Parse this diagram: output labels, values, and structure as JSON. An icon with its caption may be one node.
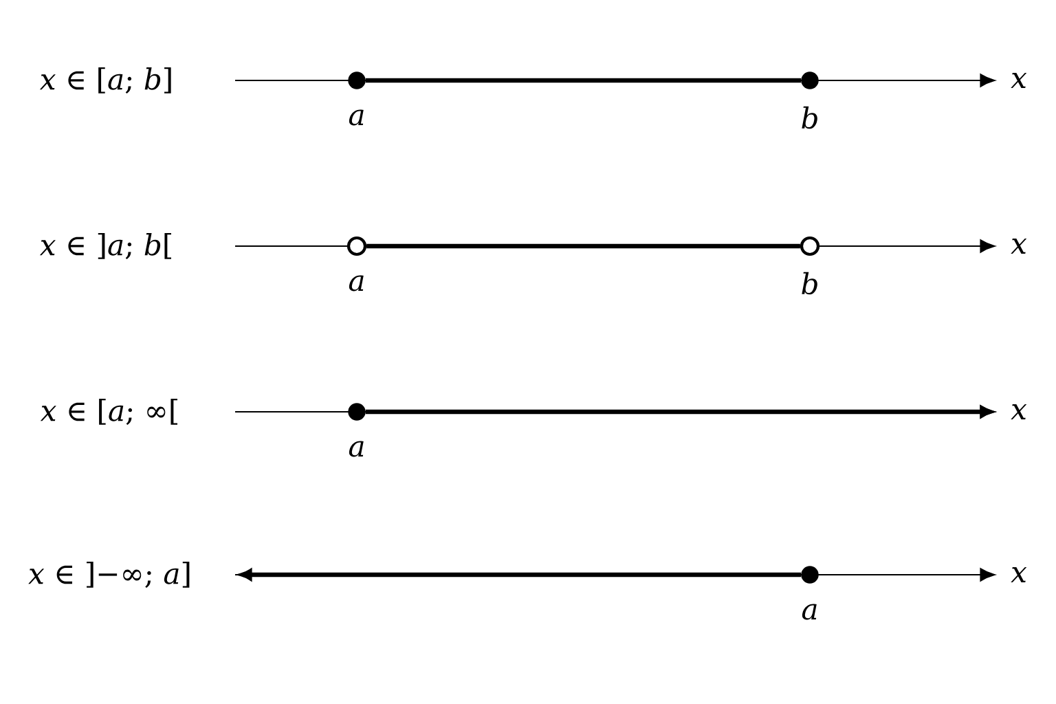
{
  "diagram": {
    "nodes": [
      {
        "text": [],
        "shape": "dot",
        "beside": [
          "*a*"
        ]
      },
      {
        "text": [],
        "shape": "dot",
        "beside": [
          "*b*"
        ]
      },
      {
        "text": [],
        "shape": "circle",
        "beside": [
          "*a*"
        ]
      },
      {
        "text": [],
        "shape": "circle",
        "beside": [
          "*b*"
        ]
      },
      {
        "text": [],
        "shape": "dot",
        "beside": [
          "*a*"
        ]
      },
      {
        "text": [],
        "shape": "dot",
        "beside": [
          "*a*"
        ]
      }
    ],
    "edges": [
      {
        "from": 0,
        "to": 1,
        "arrow": "none"
      },
      {
        "from": 2,
        "to": 3,
        "arrow": "none"
      },
      {
        "from": 4,
        "to": null,
        "arrow": "to"
      },
      {
        "from": 5,
        "to": null,
        "arrow": "to"
      }
    ],
    "labels": [
      "*x* ∈ [*a*; *b*]",
      "*x*",
      "*x* ∈ ]*a*; *b*[",
      "*x*",
      "*x* ∈ [*a*; ∞[",
      "*x*",
      "*x* ∈ ]−∞; *a*]",
      "*x*"
    ]
  }
}
